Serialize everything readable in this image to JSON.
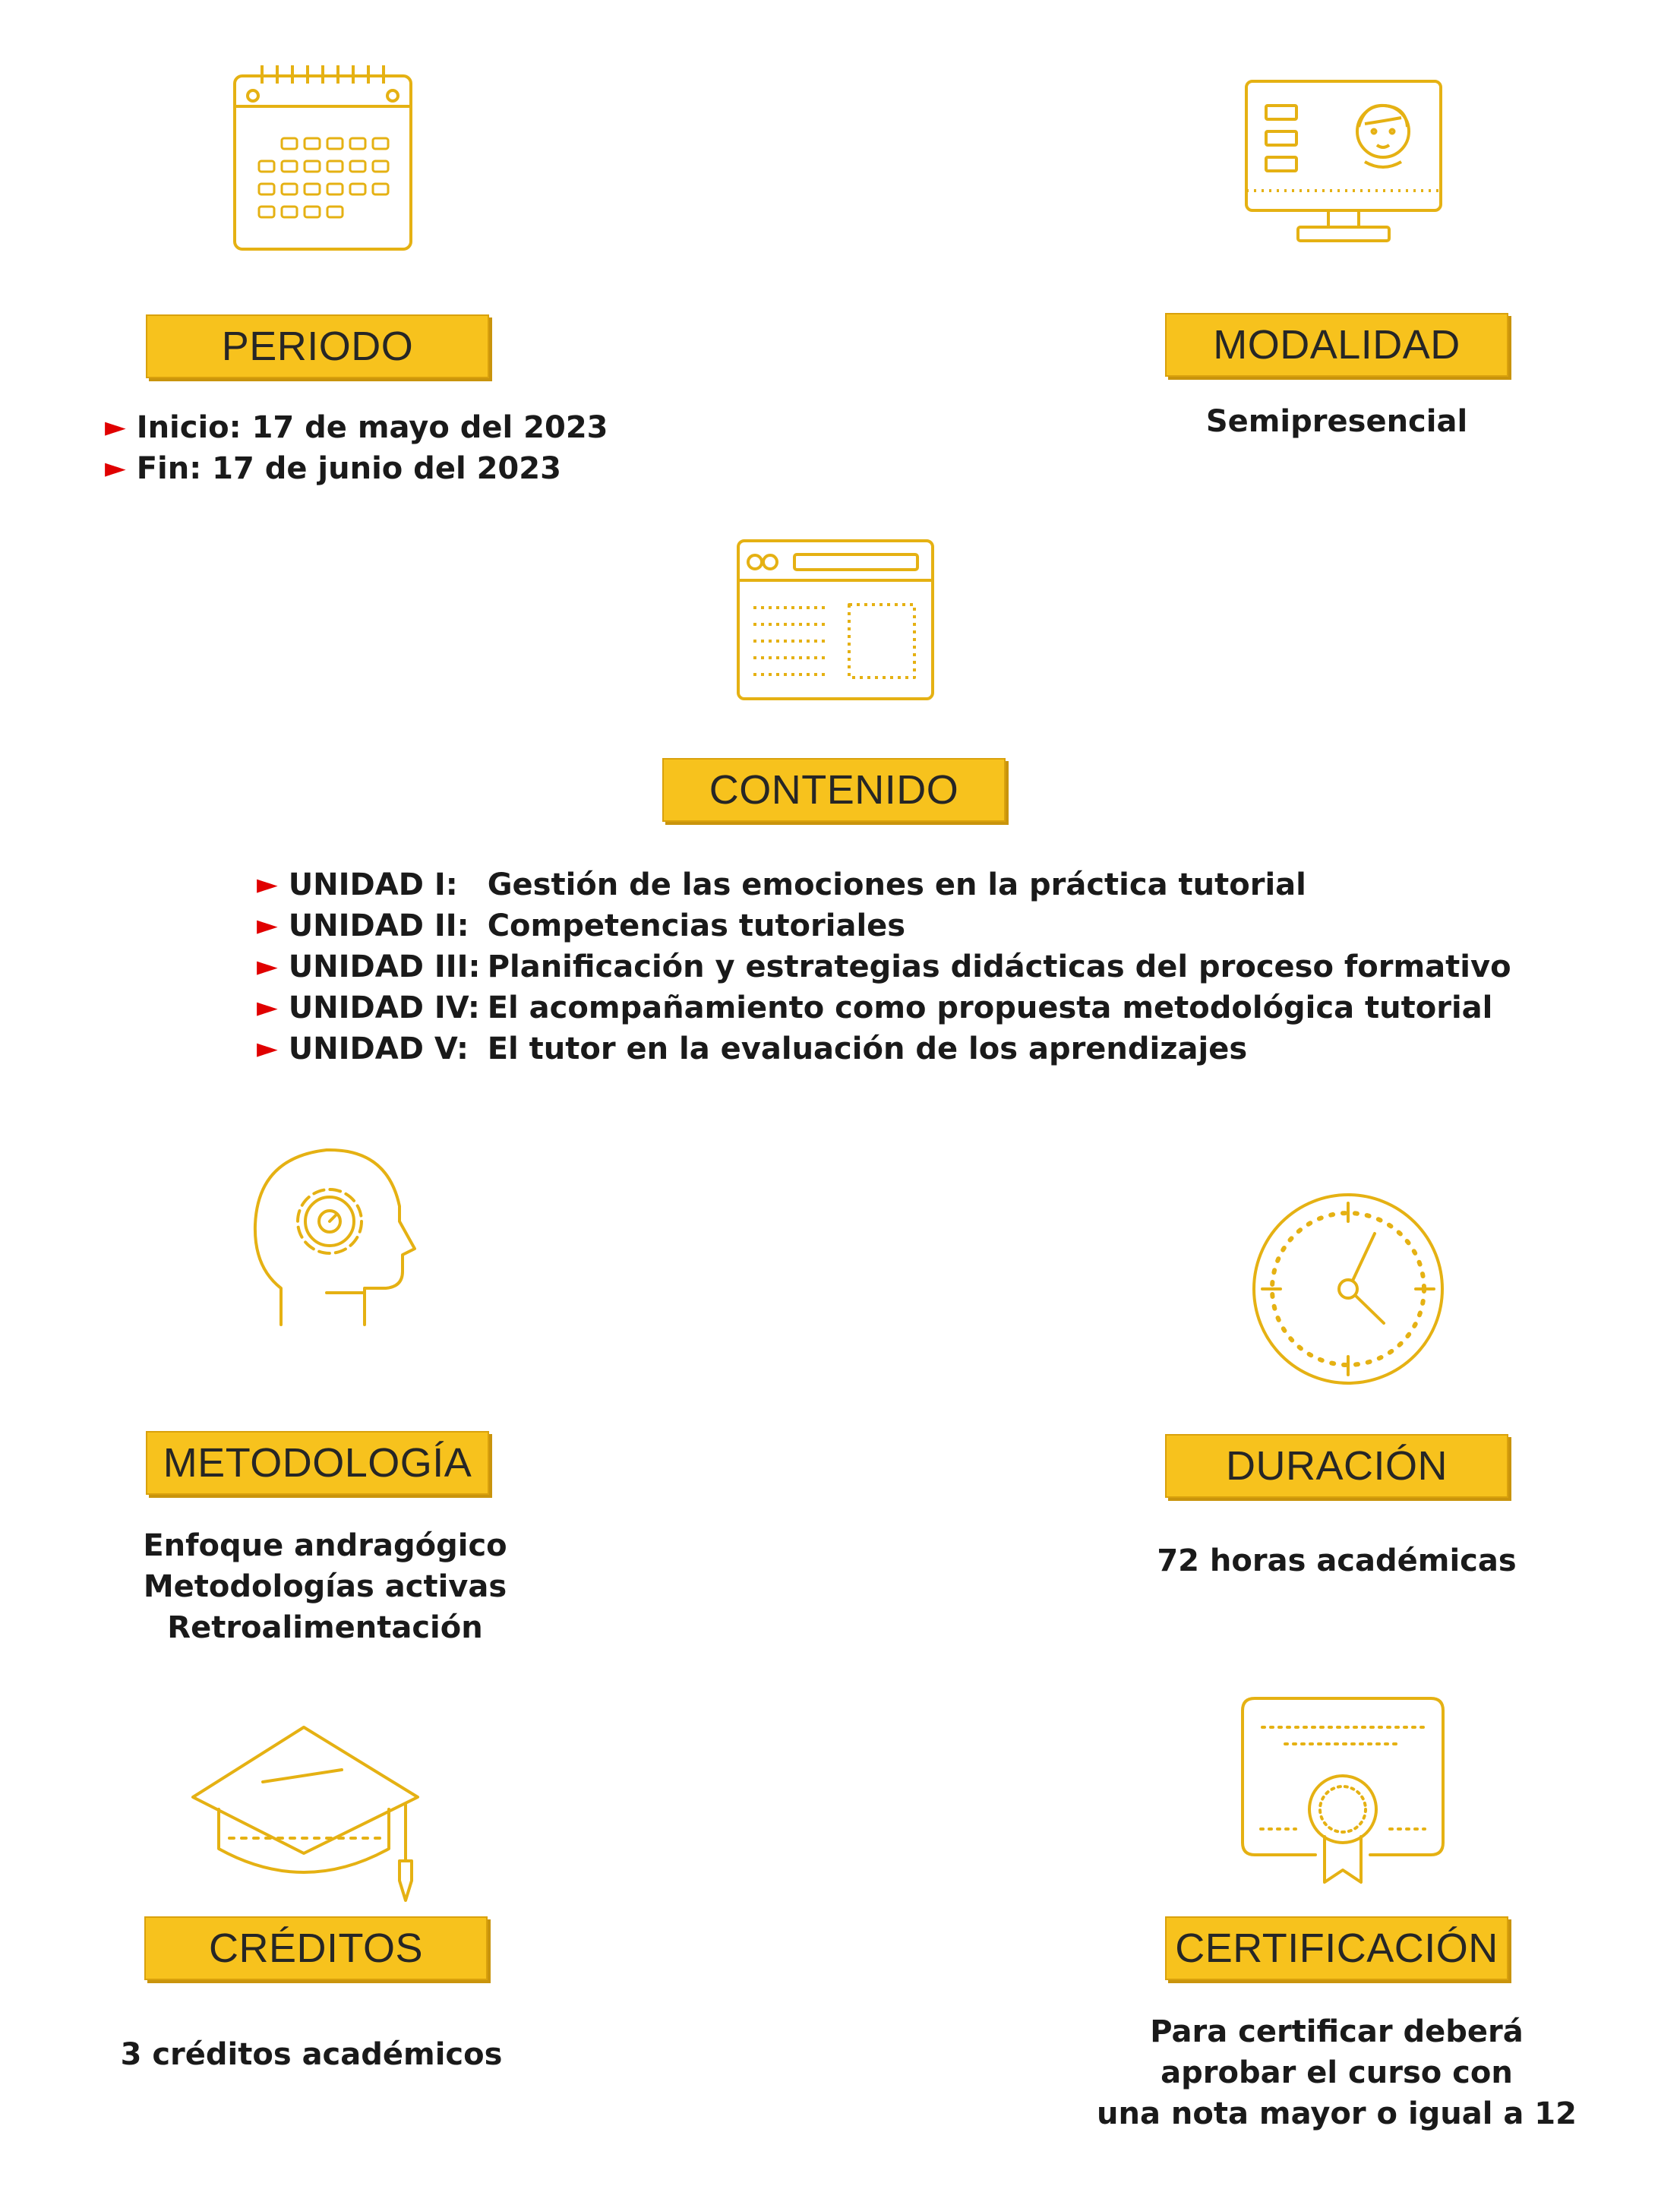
{
  "accent_color": "#f7c21d",
  "icon_color": "#e5b113",
  "bullet_color": "#e00000",
  "periodo": {
    "icon": "calendar-icon",
    "label": "PERIODO",
    "items": [
      {
        "bullet": "►",
        "text": "Inicio: 17 de mayo del 2023"
      },
      {
        "bullet": "►",
        "text": "Fin: 17 de junio del 2023"
      }
    ]
  },
  "modalidad": {
    "icon": "monitor-user-icon",
    "label": "MODALIDAD",
    "value": "Semipresencial"
  },
  "contenido": {
    "icon": "browser-window-icon",
    "label": "CONTENIDO",
    "units": [
      {
        "bullet": "►",
        "code": "UNIDAD I:",
        "title": "Gestión de las emociones en la práctica tutorial"
      },
      {
        "bullet": "►",
        "code": "UNIDAD II:",
        "title": "Competencias tutoriales"
      },
      {
        "bullet": "►",
        "code": "UNIDAD III:",
        "title": "Planificación y estrategias didácticas del proceso formativo"
      },
      {
        "bullet": "►",
        "code": "UNIDAD IV:",
        "title": "El acompañamiento como propuesta metodológica tutorial"
      },
      {
        "bullet": "►",
        "code": "UNIDAD V:",
        "title": "El tutor en la evaluación de los aprendizajes"
      }
    ]
  },
  "metodologia": {
    "icon": "head-gear-icon",
    "label": "METODOLOGÍA",
    "lines": [
      "Enfoque andragógico",
      "Metodologías activas",
      "Retroalimentación"
    ]
  },
  "duracion": {
    "icon": "clock-icon",
    "label": "DURACIÓN",
    "value": "72 horas académicas"
  },
  "creditos": {
    "icon": "graduation-cap-icon",
    "label": "CRÉDITOS",
    "value": "3 créditos académicos"
  },
  "certificacion": {
    "icon": "certificate-icon",
    "label": "CERTIFICACIÓN",
    "lines": [
      "Para certificar deberá",
      "aprobar el curso con",
      "una nota mayor o igual a 12"
    ]
  }
}
